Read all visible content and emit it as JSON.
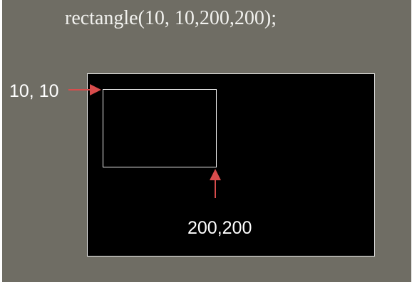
{
  "code": {
    "text": "rectangle(10, 10,200,200);"
  },
  "labels": {
    "start": "10, 10",
    "end": "200,200"
  },
  "colors": {
    "background": "#6f6d64",
    "canvas": "#000000",
    "rectangle_outline": "#f0f0f0",
    "arrow": "#d84c4c",
    "text": "#ffffff"
  },
  "icons": {
    "start_arrow": "arrow-right-icon",
    "end_arrow": "arrow-up-icon"
  }
}
